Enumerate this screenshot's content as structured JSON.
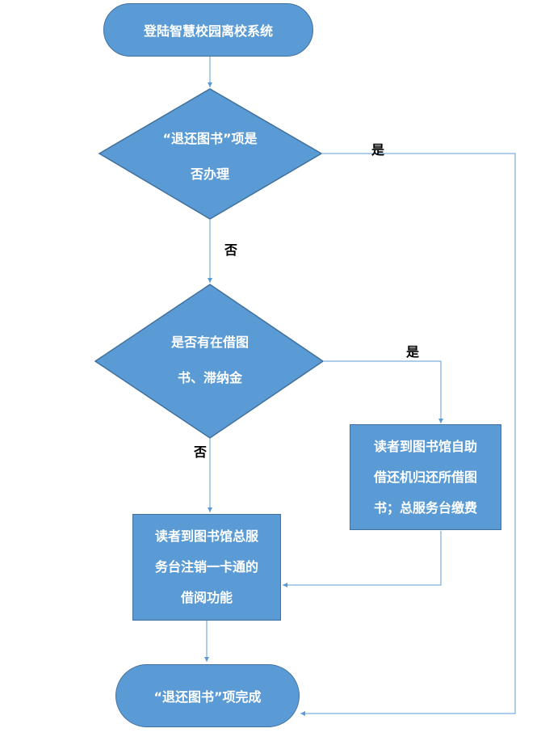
{
  "nodes": {
    "start": {
      "text": "登陆智慧校园离校系统"
    },
    "decision1": {
      "line1": "“退还图书”项是",
      "line2": "否办理"
    },
    "decision2": {
      "line1": "是否有在借图",
      "line2": "书、滞纳金"
    },
    "process_right": {
      "line1": "读者到图书馆自助",
      "line2": "借还机归还所借图",
      "line3": "书；总服务台缴费"
    },
    "process_left": {
      "line1": "读者到图书馆总服",
      "line2": "务台注销一卡通的",
      "line3": "借阅功能"
    },
    "end": {
      "text": "“退还图书”项完成"
    }
  },
  "edges": {
    "d1_yes": "是",
    "d1_no": "否",
    "d2_yes": "是",
    "d2_no": "否"
  },
  "colors": {
    "fill": "#5b9bd5",
    "stroke": "#41719c",
    "line": "#5b9bd5",
    "text": "#ffffff"
  }
}
